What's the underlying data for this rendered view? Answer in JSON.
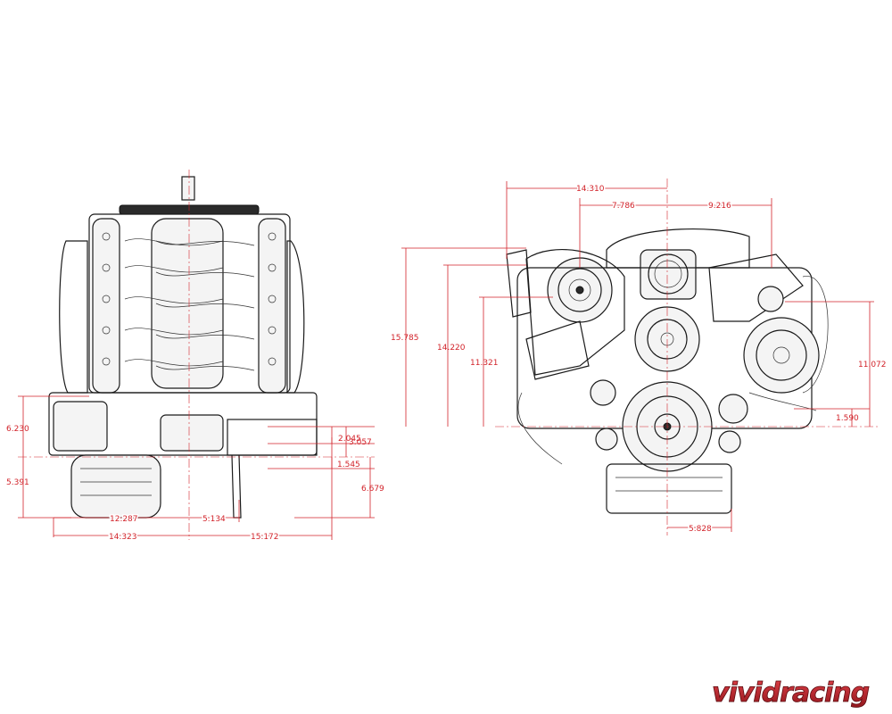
{
  "colors": {
    "dimension": "#d2232a",
    "linework": "#1a1a1a",
    "background": "#ffffff",
    "logo": "#b51f26"
  },
  "side_view": {
    "dimensions": {
      "d_6230": "6.230",
      "d_5391": "5.391",
      "d_12287": "12.287",
      "d_5134": "5.134",
      "d_14323": "14.323",
      "d_15172": "15.172",
      "d_2045": "2.045",
      "d_3057": "3.057",
      "d_1545": "1.545",
      "d_6679": "6.679"
    }
  },
  "front_view": {
    "dimensions": {
      "d_14310": "14.310",
      "d_7786": "7.786",
      "d_9216": "9.216",
      "d_15785": "15.785",
      "d_14220": "14.220",
      "d_11321": "11.321",
      "d_11072": "11.072",
      "d_1590": "1.590",
      "d_5828": "5.828"
    }
  },
  "watermark": {
    "logo_text": "vividracing"
  }
}
